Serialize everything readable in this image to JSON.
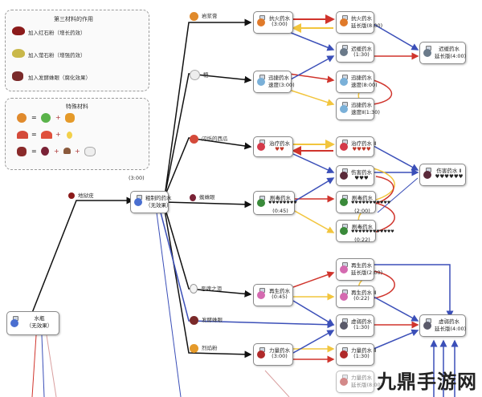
{
  "legend_modifiers": {
    "title": "第三材料的作用",
    "items": [
      {
        "label": "加入红石粉（增长药效）",
        "color": "#c0392b",
        "icon_color": "#8b1a1a"
      },
      {
        "label": "加入萤石粉（增强药效）",
        "color": "#f1c40f",
        "icon_color": "#c9b84a"
      },
      {
        "label": "加入发酵蛛眼（腐化效果）",
        "color": "#2c3e99",
        "icon_color": "#7a2a2a"
      }
    ]
  },
  "legend_special": {
    "title": "特殊材料"
  },
  "root_time": "(3:00)",
  "ingredients": {
    "nether_wart": "地狱疣",
    "magma_cream": "岩浆膏",
    "sugar": "糖",
    "glistering_melon": "闪烁的西瓜",
    "spider_eye": "蜘蛛眼",
    "ghast_tear": "恶魂之泪",
    "fermented_spider_eye": "发酵蛛眼",
    "blaze_powder": "烈焰粉"
  },
  "nodes": {
    "water": {
      "l1": "水瓶",
      "l2": "（无效果）"
    },
    "awkward": {
      "l1": "粗制的药水",
      "l2": "（无效果）"
    },
    "fire_res": {
      "l1": "抗火药水",
      "l2": "(3:00)"
    },
    "fire_res_ext": {
      "l1": "抗火药水",
      "l2": "延长版(8:00)"
    },
    "slowness": {
      "l1": "迟缓药水",
      "l2": "(1:30)"
    },
    "slowness_ext": {
      "l1": "迟缓药水",
      "l2": "延长版(4:00)"
    },
    "swiftness": {
      "l1": "迅捷药水",
      "l2": "速度(3:00)"
    },
    "swiftness_ext": {
      "l1": "迅捷药水",
      "l2": "速度(8:00)"
    },
    "swiftness_2": {
      "l1": "迅捷药水",
      "l2": "速度Ⅱ(1:30)"
    },
    "healing": {
      "l1": "治疗药水",
      "l2": "♥♥"
    },
    "healing_2": {
      "l1": "治疗药水 Ⅱ",
      "l2": "♥♥♥♥"
    },
    "harming": {
      "l1": "伤害药水",
      "l2": "♥♥♥"
    },
    "harming_2": {
      "l1": "伤害药水 Ⅱ",
      "l2": "♥♥♥♥♥♥"
    },
    "poison": {
      "l1": "剧毒药水",
      "l2": "♥♥♥♥♥♥♥♥",
      "l3": "(0:45)"
    },
    "poison_ext": {
      "l1": "剧毒药水",
      "l2": "♥♥♥♥♥♥♥♥♥♥♥",
      "l3": "(2:00)"
    },
    "poison_2": {
      "l1": "剧毒药水",
      "l2": "♥♥♥♥♥♥♥♥♥♥♥♥",
      "l3": "(0:22)"
    },
    "regen": {
      "l1": "再生药水",
      "l2": "(0:45)"
    },
    "regen_ext": {
      "l1": "再生药水",
      "l2": "延长版(2:00)"
    },
    "regen_2": {
      "l1": "再生药水 Ⅱ",
      "l2": "(0:22)"
    },
    "weakness": {
      "l1": "虚弱药水",
      "l2": "(1:30)"
    },
    "weakness_ext": {
      "l1": "虚弱药水",
      "l2": "延长版(4:00)"
    },
    "strength": {
      "l1": "力量药水",
      "l2": "(3:00)"
    },
    "strength_2": {
      "l1": "力量药水 Ⅱ",
      "l2": "(1:30)"
    },
    "strength_ext": {
      "l1": "力量药水",
      "l2": "延长版(8:00)"
    }
  },
  "watermark": "九鼎手游网",
  "colors": {
    "redstone": "#d0342c",
    "glowstone": "#f2c53d",
    "fermented": "#3b4fb8",
    "main_line": "#111111"
  }
}
